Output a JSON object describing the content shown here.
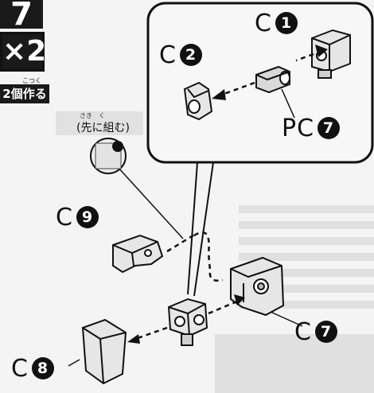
{
  "header": {
    "step_number": "7",
    "quantity": "×2",
    "make_count_ruby": "こつく",
    "make_count": "2個作る"
  },
  "callout": {
    "ruby": "さき　く",
    "note": "(先に組む)"
  },
  "parts": {
    "c1": {
      "prefix": "C",
      "number": "1"
    },
    "c2": {
      "prefix": "C",
      "number": "2"
    },
    "pc7": {
      "prefix": "PC",
      "number": "7"
    },
    "c9": {
      "prefix": "C",
      "number": "9"
    },
    "c7": {
      "prefix": "C",
      "number": "7"
    },
    "c8": {
      "prefix": "C",
      "number": "8"
    }
  },
  "colors": {
    "ink": "#111111",
    "paper": "#f4f4f4",
    "part_fill": "#e6e6e6",
    "part_shade": "#b4b4b4"
  }
}
